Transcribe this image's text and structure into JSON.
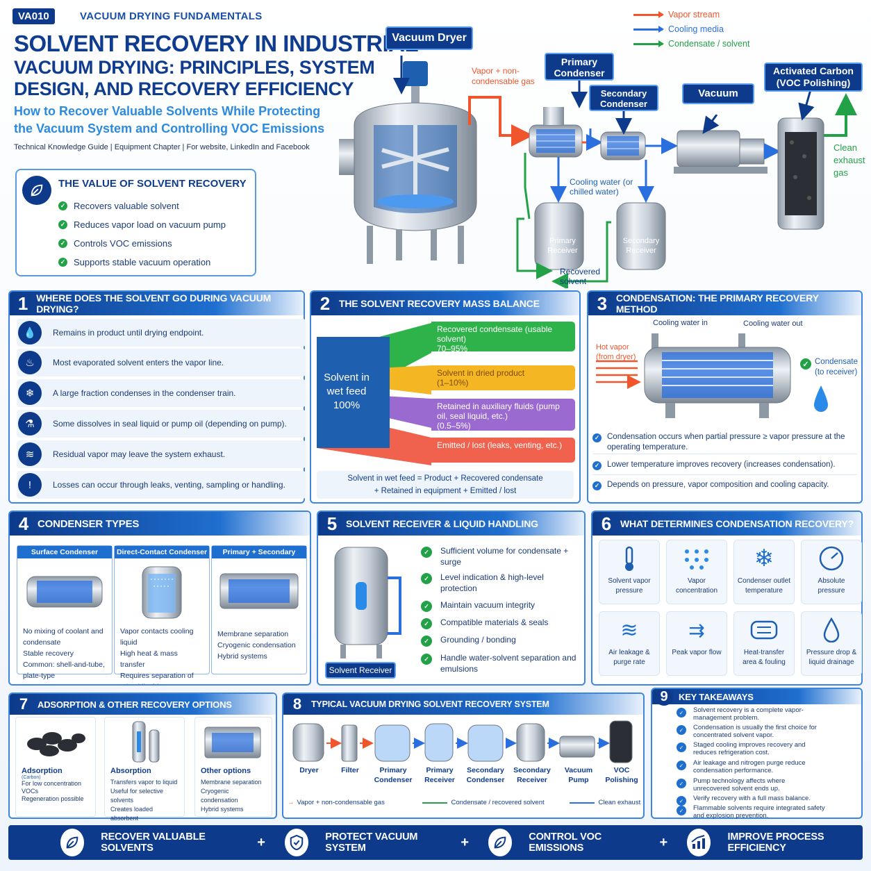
{
  "header": {
    "code": "VA010",
    "series": "VACUUM DRYING FUNDAMENTALS",
    "title_line1": "SOLVENT RECOVERY IN INDUSTRIAL",
    "title_line2": "VACUUM DRYING: PRINCIPLES, SYSTEM DESIGN, AND RECOVERY EFFICIENCY",
    "subtitle": "How to Recover Valuable Solvents While Protecting the Vacuum System and Controlling VOC Emissions",
    "meta": "Technical Knowledge Guide  |  Equipment Chapter  |  For website, LinkedIn and Facebook"
  },
  "value_box": {
    "title": "THE VALUE OF SOLVENT RECOVERY",
    "items": [
      "Recovers valuable solvent",
      "Reduces vapor load on vacuum pump",
      "Controls VOC emissions",
      "Supports stable vacuum operation"
    ]
  },
  "legend": {
    "items": [
      {
        "label": "Vapor stream",
        "color": "#f0552b"
      },
      {
        "label": "Cooling media",
        "color": "#2a6fe0"
      },
      {
        "label": "Condensate / solvent",
        "color": "#22a146"
      }
    ]
  },
  "diagram": {
    "vacuum_dryer": "Vacuum Dryer",
    "vapor_label": "Vapor + non-condensable gas",
    "primary_condenser": "Primary Condenser",
    "secondary_condenser": "Secondary Condenser",
    "vacuum_pump": "Vacuum Pump",
    "activated_carbon": "Activated Carbon (VOC Polishing)",
    "clean_exhaust": "Clean exhaust gas",
    "cooling_water": "Cooling water (or chilled water)",
    "primary_receiver": "Primary Receiver",
    "secondary_receiver": "Secondary Receiver",
    "recovered_solvent": "Recovered solvent"
  },
  "s1": {
    "num": "1",
    "title": "WHERE DOES THE SOLVENT GO DURING VACUUM DRYING?",
    "items": [
      {
        "icon": "💧",
        "text": "Remains in product until drying endpoint."
      },
      {
        "icon": "♨",
        "text": "Most evaporated solvent enters the vapor line."
      },
      {
        "icon": "❄",
        "text": "A large fraction condenses in the condenser train."
      },
      {
        "icon": "⚗",
        "text": "Some dissolves in seal liquid or pump oil (depending on pump)."
      },
      {
        "icon": "≋",
        "text": "Residual vapor may leave the system exhaust."
      },
      {
        "icon": "!",
        "text": "Losses can occur through leaks, venting, sampling or handling."
      }
    ]
  },
  "s2": {
    "num": "2",
    "title": "THE SOLVENT RECOVERY MASS BALANCE",
    "source": "Solvent in wet feed 100%",
    "bands": [
      {
        "label": "Recovered condensate (usable solvent)",
        "range": "70–95%",
        "color": "#2eb24a"
      },
      {
        "label": "Solvent in dried product",
        "range": "(1–10%)",
        "color": "#f5b624"
      },
      {
        "label": "Retained in auxiliary fluids (pump oil, seal liquid, etc.)",
        "range": "(0.5–5%)",
        "color": "#9a6ad0"
      },
      {
        "label": "Emitted / lost (leaks, venting, etc.)",
        "range": "",
        "color": "#f0624d"
      }
    ],
    "equation_line1": "Solvent in wet feed  =  Product  +  Recovered condensate",
    "equation_line2": "+  Retained in equipment  +  Emitted / lost"
  },
  "s3": {
    "num": "3",
    "title": "CONDENSATION: THE PRIMARY RECOVERY METHOD",
    "cw_in": "Cooling water in",
    "cw_out": "Cooling water out",
    "hot_vapor": "Hot vapor (from dryer)",
    "condensate": "Condensate (to receiver)",
    "points": [
      "Condensation occurs when partial pressure ≥ vapor pressure at the operating temperature.",
      "Lower temperature improves recovery (increases condensation).",
      "Depends on pressure, vapor composition and cooling capacity."
    ]
  },
  "s4": {
    "num": "4",
    "title": "CONDENSER TYPES",
    "types": [
      {
        "name": "Surface Condenser",
        "bullets": [
          "No mixing of coolant and condensate",
          "Stable recovery",
          "Common: shell-and-tube, plate-type"
        ]
      },
      {
        "name": "Direct-Contact Condenser",
        "bullets": [
          "Vapor contacts cooling liquid",
          "High heat & mass transfer",
          "Requires separation of mixed liquid"
        ]
      },
      {
        "name": "Primary + Secondary",
        "bullets": [
          "Membrane separation",
          "Cryogenic condensation",
          "Hybrid systems"
        ]
      }
    ]
  },
  "s5": {
    "num": "5",
    "title": "SOLVENT RECEIVER & LIQUID HANDLING",
    "receiver_label": "Solvent Receiver",
    "items": [
      "Sufficient volume for condensate + surge",
      "Level indication & high-level protection",
      "Maintain vacuum integrity",
      "Compatible materials & seals",
      "Grounding / bonding",
      "Handle water-solvent separation and emulsions"
    ]
  },
  "s6": {
    "num": "6",
    "title": "WHAT DETERMINES CONDENSATION RECOVERY?",
    "factors": [
      {
        "icon": "thermometer-icon",
        "label": "Solvent vapor pressure"
      },
      {
        "icon": "dots-icon",
        "label": "Vapor concentration"
      },
      {
        "icon": "snowflake-icon",
        "label": "Condenser outlet temperature"
      },
      {
        "icon": "gauge-icon",
        "label": "Absolute pressure"
      },
      {
        "icon": "wind-icon",
        "label": "Air leakage & purge rate"
      },
      {
        "icon": "flow-arrows-icon",
        "label": "Peak vapor flow"
      },
      {
        "icon": "heat-exchanger-icon",
        "label": "Heat-transfer area & fouling"
      },
      {
        "icon": "droplet-icon",
        "label": "Pressure drop & liquid drainage"
      }
    ]
  },
  "s7": {
    "num": "7",
    "title": "ADSORPTION & OTHER RECOVERY OPTIONS",
    "options": [
      {
        "name": "Adsorption",
        "note": "(Carbon)",
        "bullets": [
          "For low concentration VOCs",
          "Regeneration possible"
        ]
      },
      {
        "name": "Absorption",
        "note": "",
        "bullets": [
          "Transfers vapor to liquid",
          "Useful for selective solvents",
          "Creates loaded absorbent"
        ]
      },
      {
        "name": "Other options",
        "note": "",
        "bullets": [
          "Membrane separation",
          "Cryogenic condensation",
          "Hybrid systems"
        ]
      }
    ]
  },
  "s8": {
    "num": "8",
    "title": "TYPICAL VACUUM DRYING SOLVENT RECOVERY SYSTEM",
    "units": [
      "Dryer",
      "Filter",
      "Primary Condenser",
      "Primary Receiver",
      "Secondary Condenser",
      "Secondary Receiver",
      "Vacuum Pump",
      "VOC Polishing"
    ],
    "legend_vapor": "Vapor + non-condensable gas",
    "legend_condensate": "Condensate / recovered solvent",
    "legend_exhaust": "Clean exhaust"
  },
  "s9": {
    "num": "9",
    "title": "KEY TAKEAWAYS",
    "items": [
      "Solvent recovery is a complete vapor-management problem.",
      "Condensation is usually the first choice for concentrated solvent vapor.",
      "Staged cooling improves recovery and reduces refrigeration cost.",
      "Air leakage and nitrogen purge reduce condensation performance.",
      "Pump technology affects where unrecovered solvent ends up.",
      "Verify recovery with a full mass balance.",
      "Flammable solvents require integrated safety and explosion prevention."
    ]
  },
  "footer": {
    "items": [
      "RECOVER VALUABLE SOLVENTS",
      "PROTECT VACUUM SYSTEM",
      "CONTROL VOC EMISSIONS",
      "IMPROVE PROCESS EFFICIENCY"
    ],
    "separator": "+"
  }
}
